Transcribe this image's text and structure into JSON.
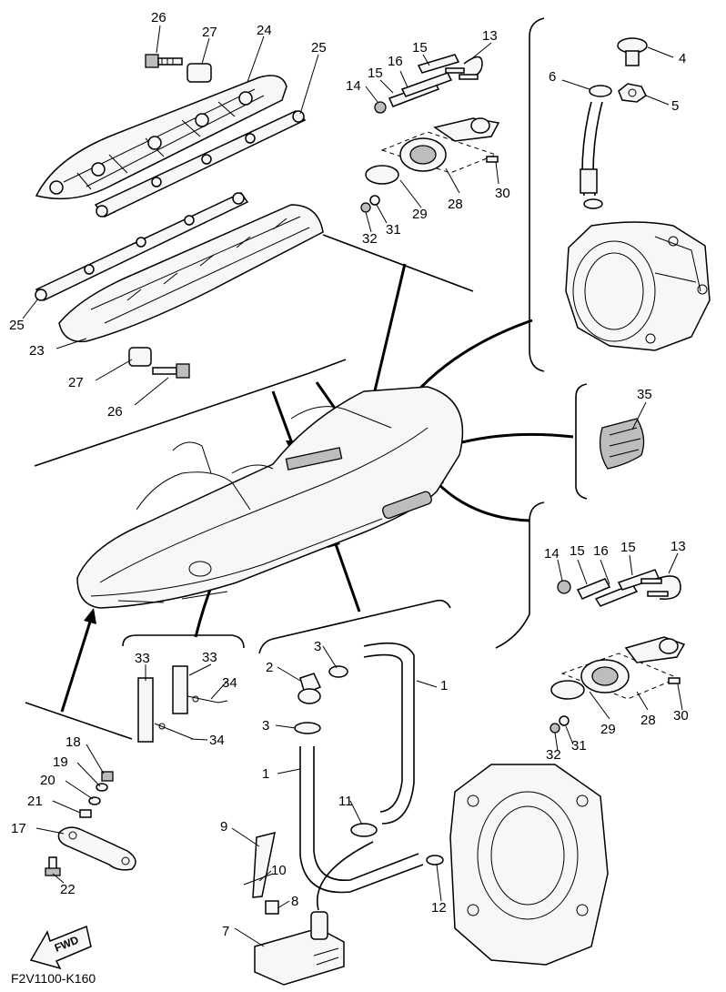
{
  "drawing_code": "F2V1100-K160",
  "fwd_label": "FWD",
  "labels": {
    "l26a": "26",
    "l27a": "27",
    "l24": "24",
    "l25a": "25",
    "l25b": "25",
    "l23": "23",
    "l27b": "27",
    "l26b": "26",
    "l13a": "13",
    "l15a": "15",
    "l16a": "16",
    "l15b": "15",
    "l14a": "14",
    "l28a": "28",
    "l29a": "29",
    "l30a": "30",
    "l31a": "31",
    "l32a": "32",
    "l4": "4",
    "l5": "5",
    "l6": "6",
    "l35": "35",
    "l14b": "14",
    "l15c": "15",
    "l16b": "16",
    "l15d": "15",
    "l13b": "13",
    "l28b": "28",
    "l29b": "29",
    "l30b": "30",
    "l31b": "31",
    "l32b": "32",
    "l33a": "33",
    "l33b": "33",
    "l34a": "34",
    "l34b": "34",
    "l1a": "1",
    "l1b": "1",
    "l2": "2",
    "l3a": "3",
    "l3b": "3",
    "l7": "7",
    "l8": "8",
    "l9": "9",
    "l10": "10",
    "l11": "11",
    "l12": "12",
    "l17": "17",
    "l18": "18",
    "l19": "19",
    "l20": "20",
    "l21": "21",
    "l22": "22"
  }
}
